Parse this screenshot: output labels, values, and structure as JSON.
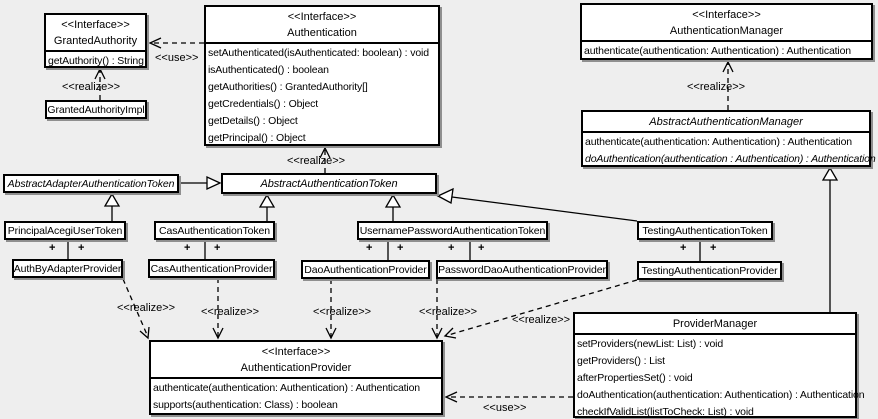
{
  "diagram": {
    "background_color": "#eeeeee",
    "box_fill": "#ffffff",
    "border_color": "#000000",
    "shadow_color": "#8f8f8f"
  },
  "labels": {
    "use": "<<use>>",
    "realize": "<<realize>>",
    "plus": "+",
    "interface_stereotype": "<<Interface>>"
  },
  "classes": {
    "granted_authority": {
      "stereotype": "<<Interface>>",
      "name": "GrantedAuthority",
      "methods": [
        "getAuthority() : String"
      ]
    },
    "granted_authority_impl": {
      "name": "GrantedAuthorityImpl"
    },
    "authentication": {
      "stereotype": "<<Interface>>",
      "name": "Authentication",
      "methods": [
        "setAuthenticated(isAuthenticated: boolean) : void",
        "isAuthenticated() : boolean",
        "getAuthorities() : GrantedAuthority[]",
        "getCredentials() : Object",
        "getDetails() : Object",
        "getPrincipal() : Object"
      ]
    },
    "authentication_manager": {
      "stereotype": "<<Interface>>",
      "name": "AuthenticationManager",
      "methods": [
        "authenticate(authentication: Authentication) : Authentication"
      ]
    },
    "abstract_authentication_manager": {
      "name": "AbstractAuthenticationManager",
      "methods": [
        "authenticate(authentication: Authentication) : Authentication",
        "doAuthentication(authentication : Authentication) : Authentication"
      ]
    },
    "abstract_adapter_authentication_token": {
      "name": "AbstractAdapterAuthenticationToken"
    },
    "abstract_authentication_token": {
      "name": "AbstractAuthenticationToken"
    },
    "principal_acegi_user_token": {
      "name": "PrincipalAcegiUserToken"
    },
    "cas_authentication_token": {
      "name": "CasAuthenticationToken"
    },
    "username_password_authentication_token": {
      "name": "UsernamePasswordAuthenticationToken"
    },
    "testing_authentication_token": {
      "name": "TestingAuthenticationToken"
    },
    "auth_by_adapter_provider": {
      "name": "AuthByAdapterProvider"
    },
    "cas_authentication_provider": {
      "name": "CasAuthenticationProvider"
    },
    "dao_authentication_provider": {
      "name": "DaoAuthenticationProvider"
    },
    "password_dao_authentication_provider": {
      "name": "PasswordDaoAuthenticationProvider"
    },
    "testing_authentication_provider": {
      "name": "TestingAuthenticationProvider"
    },
    "authentication_provider": {
      "stereotype": "<<Interface>>",
      "name": "AuthenticationProvider",
      "methods": [
        "authenticate(authentication: Authentication) : Authentication",
        "supports(authentication: Class) : boolean"
      ]
    },
    "provider_manager": {
      "name": "ProviderManager",
      "methods": [
        "setProviders(newList: List) : void",
        "getProviders() : List",
        "afterPropertiesSet() : void",
        "doAuthentication(authentication: Authentication) : Authentication",
        "checkIfValidList(listToCheck: List) : void"
      ]
    }
  }
}
